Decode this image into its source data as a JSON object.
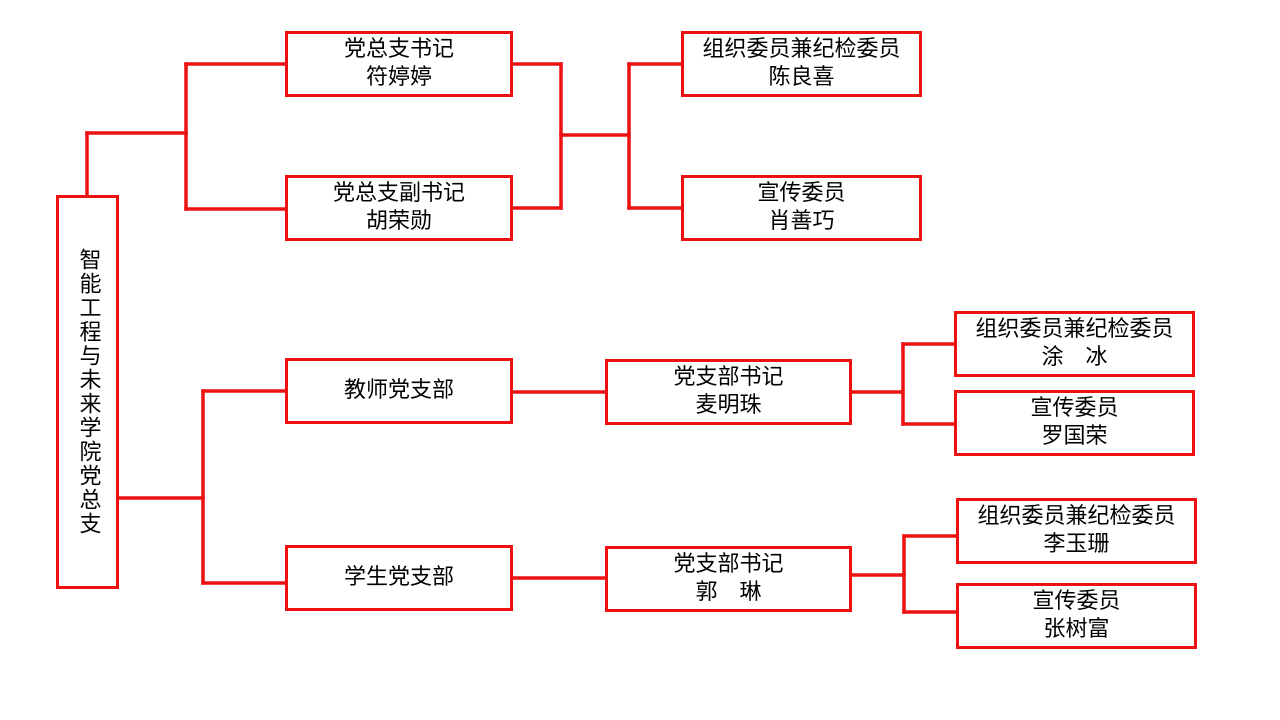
{
  "colors": {
    "line": "#ee1111",
    "box_border": "#ee1111",
    "text": "#000000",
    "background": "#ffffff"
  },
  "root": {
    "label": "智能工程与未来学院党总支"
  },
  "general_branch": {
    "secretary": {
      "title": "党总支书记",
      "name": "符婷婷"
    },
    "deputy_secretary": {
      "title": "党总支副书记",
      "name": "胡荣勋"
    },
    "organization_member": {
      "title": "组织委员兼纪检委员",
      "name": "陈良喜"
    },
    "publicity_member": {
      "title": "宣传委员",
      "name": "肖善巧"
    }
  },
  "teacher_branch": {
    "label": "教师党支部",
    "secretary": {
      "title": "党支部书记",
      "name": "麦明珠"
    },
    "organization_member": {
      "title": "组织委员兼纪检委员",
      "name": "涂　冰"
    },
    "publicity_member": {
      "title": "宣传委员",
      "name": "罗国荣"
    }
  },
  "student_branch": {
    "label": "学生党支部",
    "secretary": {
      "title": "党支部书记",
      "name": "郭　琳"
    },
    "organization_member": {
      "title": "组织委员兼纪检委员",
      "name": "李玉珊"
    },
    "publicity_member": {
      "title": "宣传委员",
      "name": "张树富"
    }
  }
}
